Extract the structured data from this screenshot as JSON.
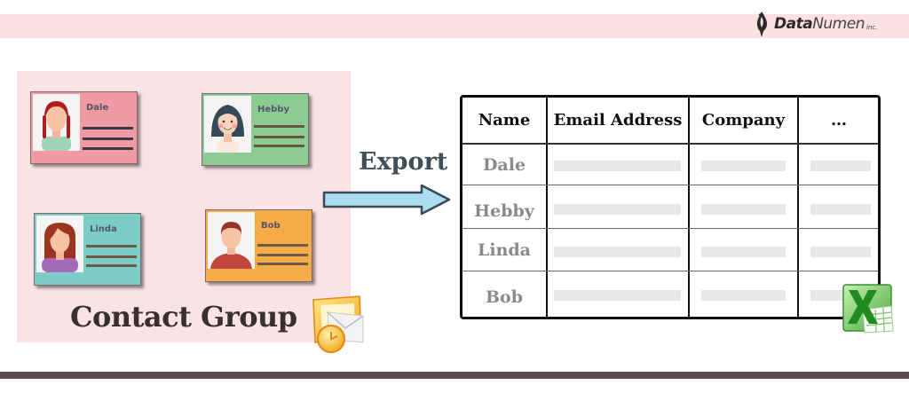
{
  "brand": {
    "logo_bold": "Data",
    "logo_light": "Numen",
    "logo_suffix": "inc.",
    "band_color": "#fde0e3",
    "footer_color": "#5d4a4c"
  },
  "contact_group": {
    "label": "Contact Group",
    "background": "#f9e3e6",
    "cards": [
      {
        "name": "Dale",
        "color": "#f09ba3",
        "line_color": "#3d3640",
        "hair": "#b01d1f",
        "shirt": "#9fd4b9",
        "style": "braids"
      },
      {
        "name": "Hebby",
        "color": "#8ccb92",
        "line_color": "#665645",
        "hair": "#34495a",
        "shirt": "#fbeadb",
        "style": "bob"
      },
      {
        "name": "Linda",
        "color": "#7ccdc5",
        "line_color": "#6a5c48",
        "hair": "#9c3520",
        "shirt": "#a46cb8",
        "style": "long"
      },
      {
        "name": "Bob",
        "color": "#f4ab48",
        "line_color": "#6c5c45",
        "hair": "#9a3525",
        "shirt": "#c2463d",
        "style": "short"
      }
    ],
    "icon": "outlook-icon"
  },
  "action": {
    "label": "Export",
    "arrow_color": "#aadcf2",
    "icon": "arrow-right-icon"
  },
  "table": {
    "headers": [
      "Name",
      "Email Address",
      "Company",
      "…"
    ],
    "rows": [
      {
        "name": "Dale"
      },
      {
        "name": "Hebby"
      },
      {
        "name": "Linda"
      },
      {
        "name": "Bob"
      }
    ],
    "icon": "excel-icon"
  }
}
